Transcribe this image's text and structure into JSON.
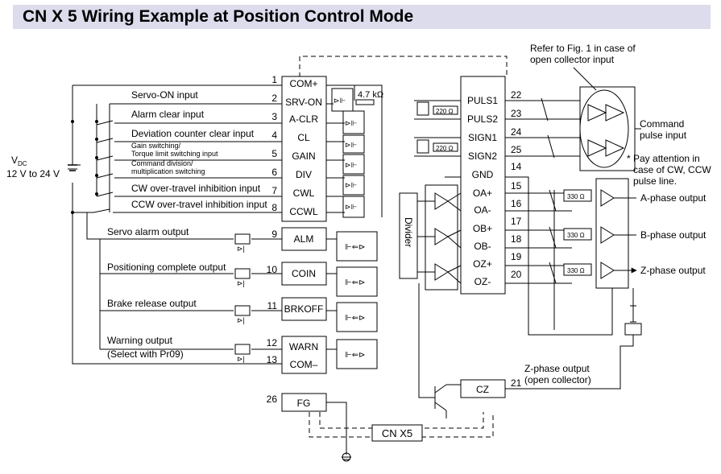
{
  "title": "CN X 5 Wiring Example at Position Control Mode",
  "supply": {
    "label_main": "V",
    "label_sub": "DC",
    "range": "12 V to 24 V"
  },
  "resistors": {
    "input_4k7": "4.7 kΩ",
    "input_220": "220 Ω",
    "line_330": "330 Ω"
  },
  "left_pins": [
    {
      "num": "1",
      "name": "COM+",
      "desc": ""
    },
    {
      "num": "2",
      "name": "SRV-ON",
      "desc": "Servo-ON input"
    },
    {
      "num": "3",
      "name": "A-CLR",
      "desc": "Alarm clear input"
    },
    {
      "num": "4",
      "name": "CL",
      "desc": "Deviation counter clear input"
    },
    {
      "num": "5",
      "name": "GAIN",
      "desc": "Gain switching/",
      "desc2": "Torque limit switching input"
    },
    {
      "num": "6",
      "name": "DIV",
      "desc": "Command division/",
      "desc2": "multiplication switching"
    },
    {
      "num": "7",
      "name": "CWL",
      "desc": "CW over-travel inhibition input"
    },
    {
      "num": "8",
      "name": "CCWL",
      "desc": "CCW over-travel inhibition input"
    }
  ],
  "output_pins": [
    {
      "num": "9",
      "name": "ALM",
      "desc": "Servo alarm output"
    },
    {
      "num": "10",
      "name": "COIN",
      "desc": "Positioning complete output"
    },
    {
      "num": "11",
      "name": "BRKOFF",
      "desc": "Brake release output"
    },
    {
      "num": "12",
      "name": "WARN",
      "desc": "Warning output"
    },
    {
      "num": "13",
      "name": "COM–",
      "desc": "(Select with Pr09)"
    }
  ],
  "fg_pin": {
    "num": "26",
    "name": "FG"
  },
  "right_pins": [
    {
      "num": "22",
      "name": "PULS1"
    },
    {
      "num": "23",
      "name": "PULS2"
    },
    {
      "num": "24",
      "name": "SIGN1"
    },
    {
      "num": "25",
      "name": "SIGN2"
    },
    {
      "num": "14",
      "name": "GND"
    },
    {
      "num": "15",
      "name": "OA+"
    },
    {
      "num": "16",
      "name": "OA-"
    },
    {
      "num": "17",
      "name": "OB+"
    },
    {
      "num": "18",
      "name": "OB-"
    },
    {
      "num": "19",
      "name": "OZ+"
    },
    {
      "num": "20",
      "name": "OZ-"
    }
  ],
  "cz_pin": {
    "num": "21",
    "name": "CZ"
  },
  "divider": "Divider",
  "connector": "CN X5",
  "notes": {
    "refer_1": "Refer to Fig. 1 in case of",
    "refer_2": "open collector input",
    "command_1": "Command",
    "command_2": "pulse input",
    "pay_1": "* Pay attention in",
    "pay_2": "case of CW, CCW",
    "pay_3": "pulse line.",
    "zphase_1": "Z-phase output",
    "zphase_2": "(open collector)"
  },
  "phase_outputs": [
    "A-phase output",
    "B-phase output",
    "Z-phase output"
  ]
}
